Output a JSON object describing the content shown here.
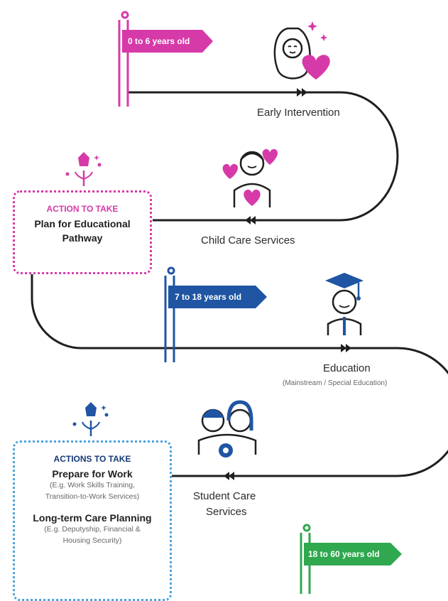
{
  "colors": {
    "magenta": "#d63aa8",
    "blue": "#1f55a3",
    "green": "#2fa84f",
    "road": "#1f1f1f",
    "navy": "#163a78"
  },
  "flags": [
    {
      "label": "0 to 6 years old",
      "color": "magenta"
    },
    {
      "label": "7 to 18 years old",
      "color": "blue"
    },
    {
      "label": "18 to 60 years old",
      "color": "green"
    }
  ],
  "stages": {
    "early_intervention": {
      "label": "Early Intervention",
      "icon": "baby-with-heart-icon"
    },
    "child_care": {
      "label": "Child Care Services",
      "icon": "caregiver-with-hearts-icon"
    },
    "education": {
      "label": "Education",
      "note": "(Mainstream / Special Education)",
      "icon": "graduate-icon"
    },
    "student_care": {
      "label_line1": "Student Care",
      "label_line2": "Services",
      "icon": "students-icon"
    }
  },
  "action_boxes": [
    {
      "heading": "ACTION TO TAKE",
      "title_line1": "Plan for Educational",
      "title_line2": "Pathway",
      "icon": "sparkling-flower-icon"
    },
    {
      "heading": "ACTIONS TO TAKE",
      "item1_title": "Prepare for Work",
      "item1_note_line1": "(E.g. Work Skills Training,",
      "item1_note_line2": "Transition-to-Work Services)",
      "item2_title": "Long-term Care Planning",
      "item2_note_line1": "(E.g. Deputyship, Financial &",
      "item2_note_line2": "Housing Security)",
      "icon": "sparkling-flower-icon"
    }
  ]
}
